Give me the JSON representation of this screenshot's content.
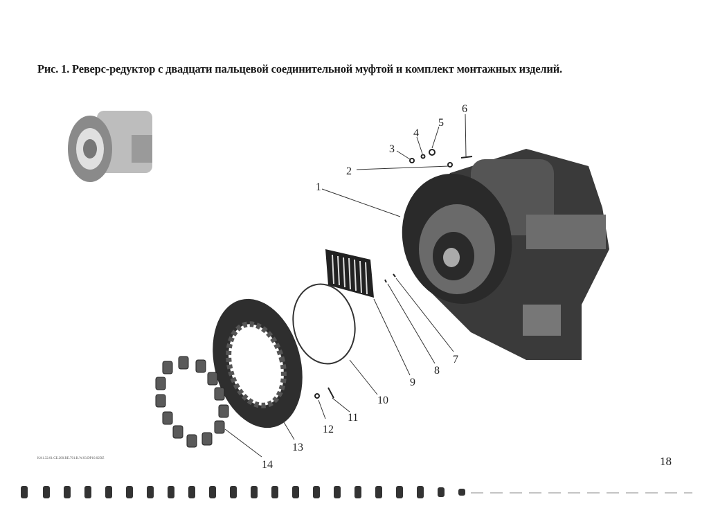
{
  "title": "Рис. 1. Реверс-редуктор с двадцати пальцевой соединительной муфтой и комплект монтажных изделий.",
  "footer_code": "КА1.32.01.СБ.200.RE.701.К.W.03.DP10.02DZ",
  "page_number": "18",
  "callouts": [
    "1",
    "2",
    "3",
    "4",
    "5",
    "6",
    "7",
    "8",
    "9",
    "10",
    "11",
    "12",
    "13",
    "14"
  ]
}
